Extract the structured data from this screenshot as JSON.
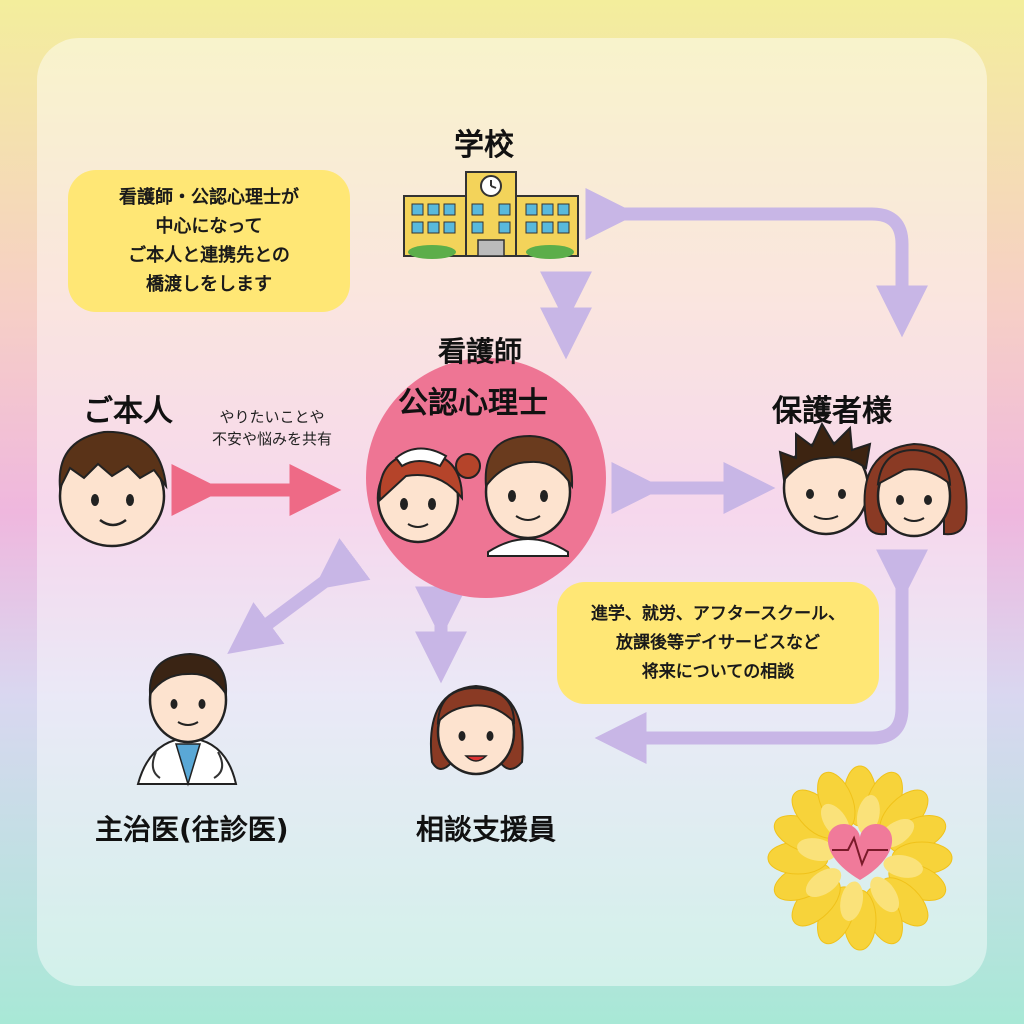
{
  "labels": {
    "school": "学校",
    "staff_line1": "看護師",
    "staff_line2": "公認心理士",
    "self": "ご本人",
    "guardians": "保護者様",
    "doctor": "主治医(往診医)",
    "counselor": "相談支援員"
  },
  "notes": {
    "bridge": [
      "看護師・公認心理士が",
      "中心になって",
      "ご本人と連携先との",
      "橋渡しをします"
    ],
    "future": [
      "進学、就労、アフタースクール、",
      "放課後等デイサービスなど",
      "将来についての相談"
    ]
  },
  "share": [
    "やりたいことや",
    "不安や悩みを共有"
  ],
  "colors": {
    "arrow_pink": "#ee6a86",
    "arrow_lavender": "#c8b6e6",
    "circle": "#ee7594",
    "note_bg": "#ffe775"
  }
}
